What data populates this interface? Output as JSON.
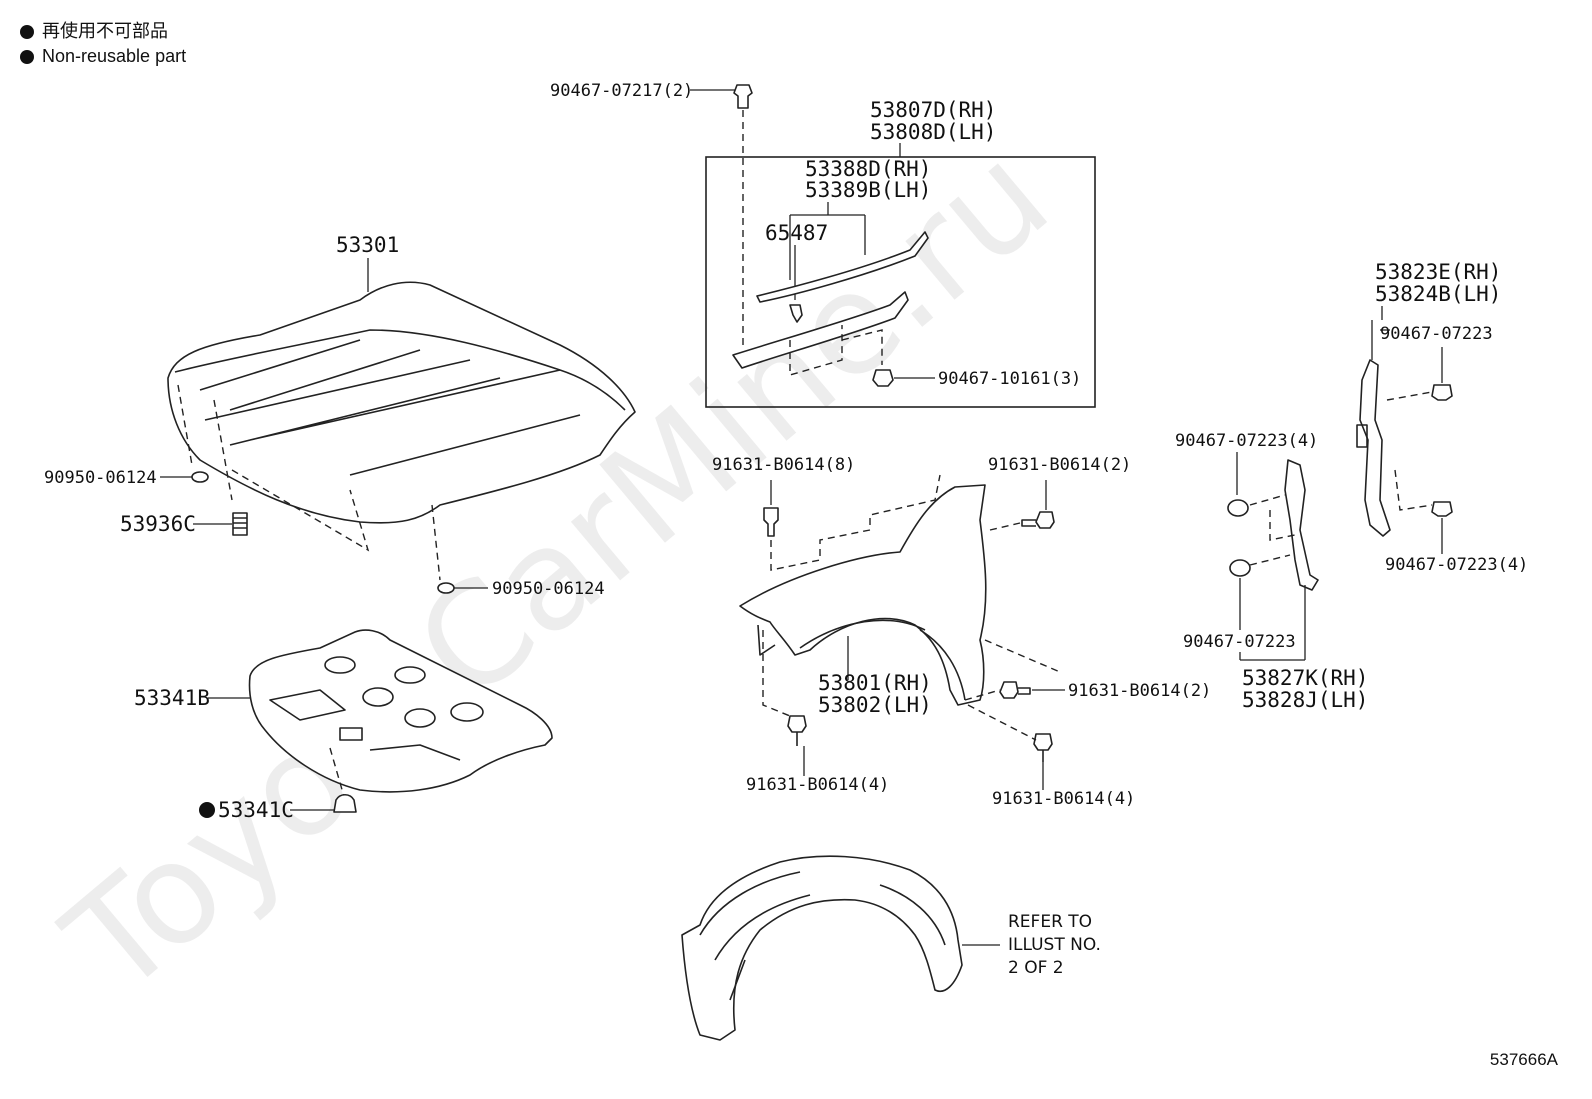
{
  "legend": {
    "jp": "再使用不可部品",
    "en": "Non-reusable part"
  },
  "watermark": "ToyotaCarMine.ru",
  "illustration_id": "537666A",
  "labels": {
    "l_90467_07217": "90467-07217(2)",
    "l_53807d": "53807D(RH)",
    "l_53808d": "53808D(LH)",
    "l_53388d": "53388D(RH)",
    "l_53389b": "53389B(LH)",
    "l_65487": "65487",
    "l_90467_10161": "90467-10161(3)",
    "l_53301": "53301",
    "l_90950_a": "90950-06124",
    "l_53936c": "53936C",
    "l_90950_b": "90950-06124",
    "l_53341b": "53341B",
    "l_53341c": "53341C",
    "l_91631_8": "91631-B0614(8)",
    "l_91631_2a": "91631-B0614(2)",
    "l_53801": "53801(RH)",
    "l_53802": "53802(LH)",
    "l_91631_2b": "91631-B0614(2)",
    "l_91631_4a": "91631-B0614(4)",
    "l_91631_4b": "91631-B0614(4)",
    "l_53823e": "53823E(RH)",
    "l_53824b": "53824B(LH)",
    "l_90467_07223_a": "90467-07223",
    "l_90467_07223_4a": "90467-07223(4)",
    "l_90467_07223_4b": "90467-07223(4)",
    "l_90467_07223_b": "90467-07223",
    "l_53827k": "53827K(RH)",
    "l_53828j": "53828J(LH)",
    "refer_1": "REFER TO",
    "refer_2": "ILLUST NO.",
    "refer_3": "2 OF 2"
  }
}
